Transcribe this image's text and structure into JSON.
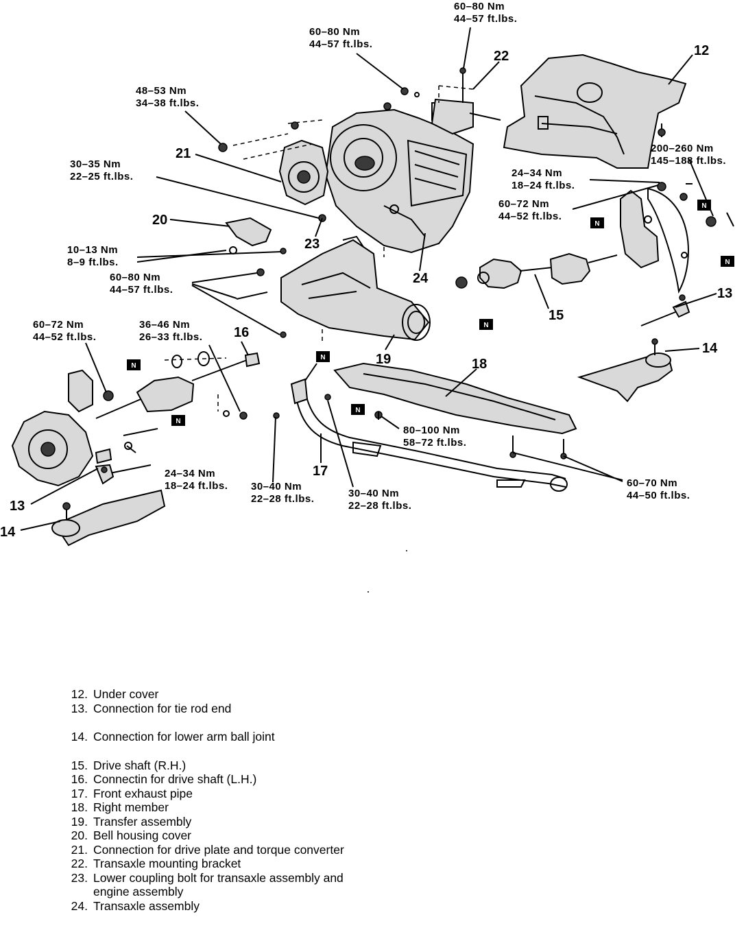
{
  "torque_labels": {
    "t_top": {
      "nm": "60–80  Nm",
      "ft": "44–57  ft.lbs."
    },
    "t_upper": {
      "nm": "60–80  Nm",
      "ft": "44–57  ft.lbs."
    },
    "t_48": {
      "nm": "48–53  Nm",
      "ft": "34–38  ft.lbs."
    },
    "t_30_35": {
      "nm": "30–35  Nm",
      "ft": "22–25  ft.lbs."
    },
    "t_10_13": {
      "nm": "10–13  Nm",
      "ft": "8–9  ft.lbs."
    },
    "t_60_80_mid": {
      "nm": "60–80  Nm",
      "ft": "44–57  ft.lbs."
    },
    "t_60_72_left": {
      "nm": "60–72  Nm",
      "ft": "44–52  ft.lbs."
    },
    "t_36_46": {
      "nm": "36–46  Nm",
      "ft": "26–33  ft.lbs."
    },
    "t_200_260": {
      "nm": "200–260  Nm",
      "ft": "145–188  ft.lbs."
    },
    "t_24_34_right": {
      "nm": "24–34  Nm",
      "ft": "18–24  ft.lbs."
    },
    "t_60_72_right": {
      "nm": "60–72  Nm",
      "ft": "44–52  ft.lbs."
    },
    "t_80_100": {
      "nm": "80–100  Nm",
      "ft": "58–72  ft.lbs."
    },
    "t_24_34_left": {
      "nm": "24–34  Nm",
      "ft": "18–24  ft.lbs."
    },
    "t_30_40_a": {
      "nm": "30–40  Nm",
      "ft": "22–28  ft.lbs."
    },
    "t_30_40_b": {
      "nm": "30–40  Nm",
      "ft": "22–28  ft.lbs."
    },
    "t_60_70": {
      "nm": "60–70  Nm",
      "ft": "44–50  ft.lbs."
    }
  },
  "callouts": {
    "c12": "12",
    "c13a": "13",
    "c13b": "13",
    "c14a": "14",
    "c14b": "14",
    "c15": "15",
    "c16": "16",
    "c17": "17",
    "c18": "18",
    "c19": "19",
    "c20": "20",
    "c21": "21",
    "c22": "22",
    "c23": "23",
    "c24": "24"
  },
  "new_part_mark": "N",
  "legend": [
    {
      "num": "12.",
      "text": "Under cover"
    },
    {
      "num": "13.",
      "text": "Connection for tie rod end"
    },
    {
      "num": "14.",
      "text": "Connection for lower arm ball joint"
    },
    {
      "num": "15.",
      "text": "Drive shaft (R.H.)"
    },
    {
      "num": "16.",
      "text": "Connectin for drive shaft (L.H.)"
    },
    {
      "num": "17.",
      "text": "Front exhaust pipe"
    },
    {
      "num": "18.",
      "text": "Right member"
    },
    {
      "num": "19.",
      "text": "Transfer assembly"
    },
    {
      "num": "20.",
      "text": "Bell housing cover"
    },
    {
      "num": "21.",
      "text": "Connection for drive plate and torque converter"
    },
    {
      "num": "22.",
      "text": "Transaxle mounting bracket"
    },
    {
      "num": "23.",
      "text": "Lower coupling bolt for transaxle assembly and engine assembly"
    },
    {
      "num": "24.",
      "text": "Transaxle assembly"
    }
  ]
}
